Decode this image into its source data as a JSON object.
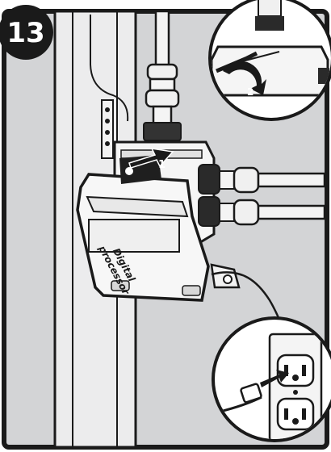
{
  "step": {
    "number": "13"
  },
  "processor": {
    "label_line1": "Digital",
    "label_line2": "processor"
  },
  "arrows": {
    "arrow1": "1",
    "arrow2": "2"
  },
  "colors": {
    "ink": "#1a1a1a",
    "panel": "#d3d4d6",
    "wall": "#e9e9ea",
    "white": "#ffffff"
  }
}
